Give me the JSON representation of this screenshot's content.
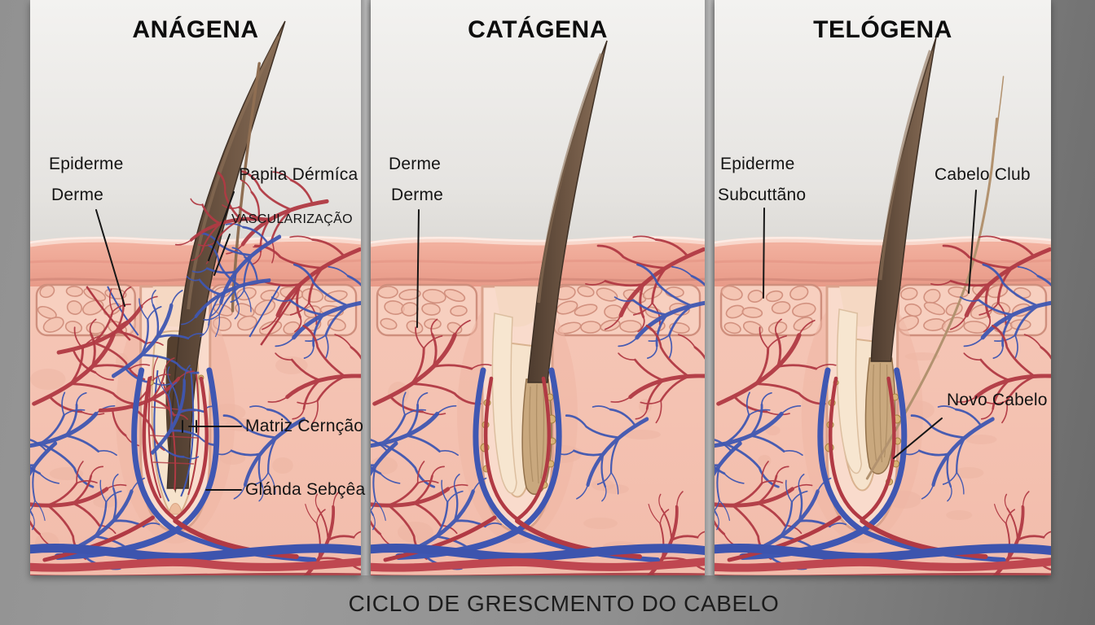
{
  "caption": "CICLO DE GRESCMENTO DO CABELO",
  "panels": [
    {
      "id": "anagena",
      "title": "ANÁGENA",
      "labels": {
        "epiderme": "Epiderme",
        "derme": "Derme",
        "papila": "Papila Dérmíca",
        "vascularizacao": "VASCULARIZAÇÃO",
        "matriz": "Matriz Cernção",
        "glandula": "Glánda Sebçêa"
      }
    },
    {
      "id": "catagena",
      "title": "CATÁGENA",
      "labels": {
        "derme1": "Derme",
        "derme2": "Derme"
      }
    },
    {
      "id": "telogena",
      "title": "TELÓGENA",
      "labels": {
        "epiderme": "Epiderme",
        "subcutaneo": "Subcuttãno",
        "cabelo_club": "Cabelo Club",
        "novo_cabelo": "Novo Cabelo"
      }
    }
  ],
  "colors": {
    "background_gray": "#8f8f8f",
    "panel_top": "#edecea",
    "skin_pink": "#f4c4b4",
    "epidermis_pink": "#eda593",
    "cell_band": "#f7cfbf",
    "vessel_red": "#b13a44",
    "vessel_blue": "#3f57b2",
    "hair_brown": "#64503f",
    "hair_club_tan": "#c9a87e",
    "bulb_cream": "#f6e3cc",
    "label_text": "#141414"
  }
}
